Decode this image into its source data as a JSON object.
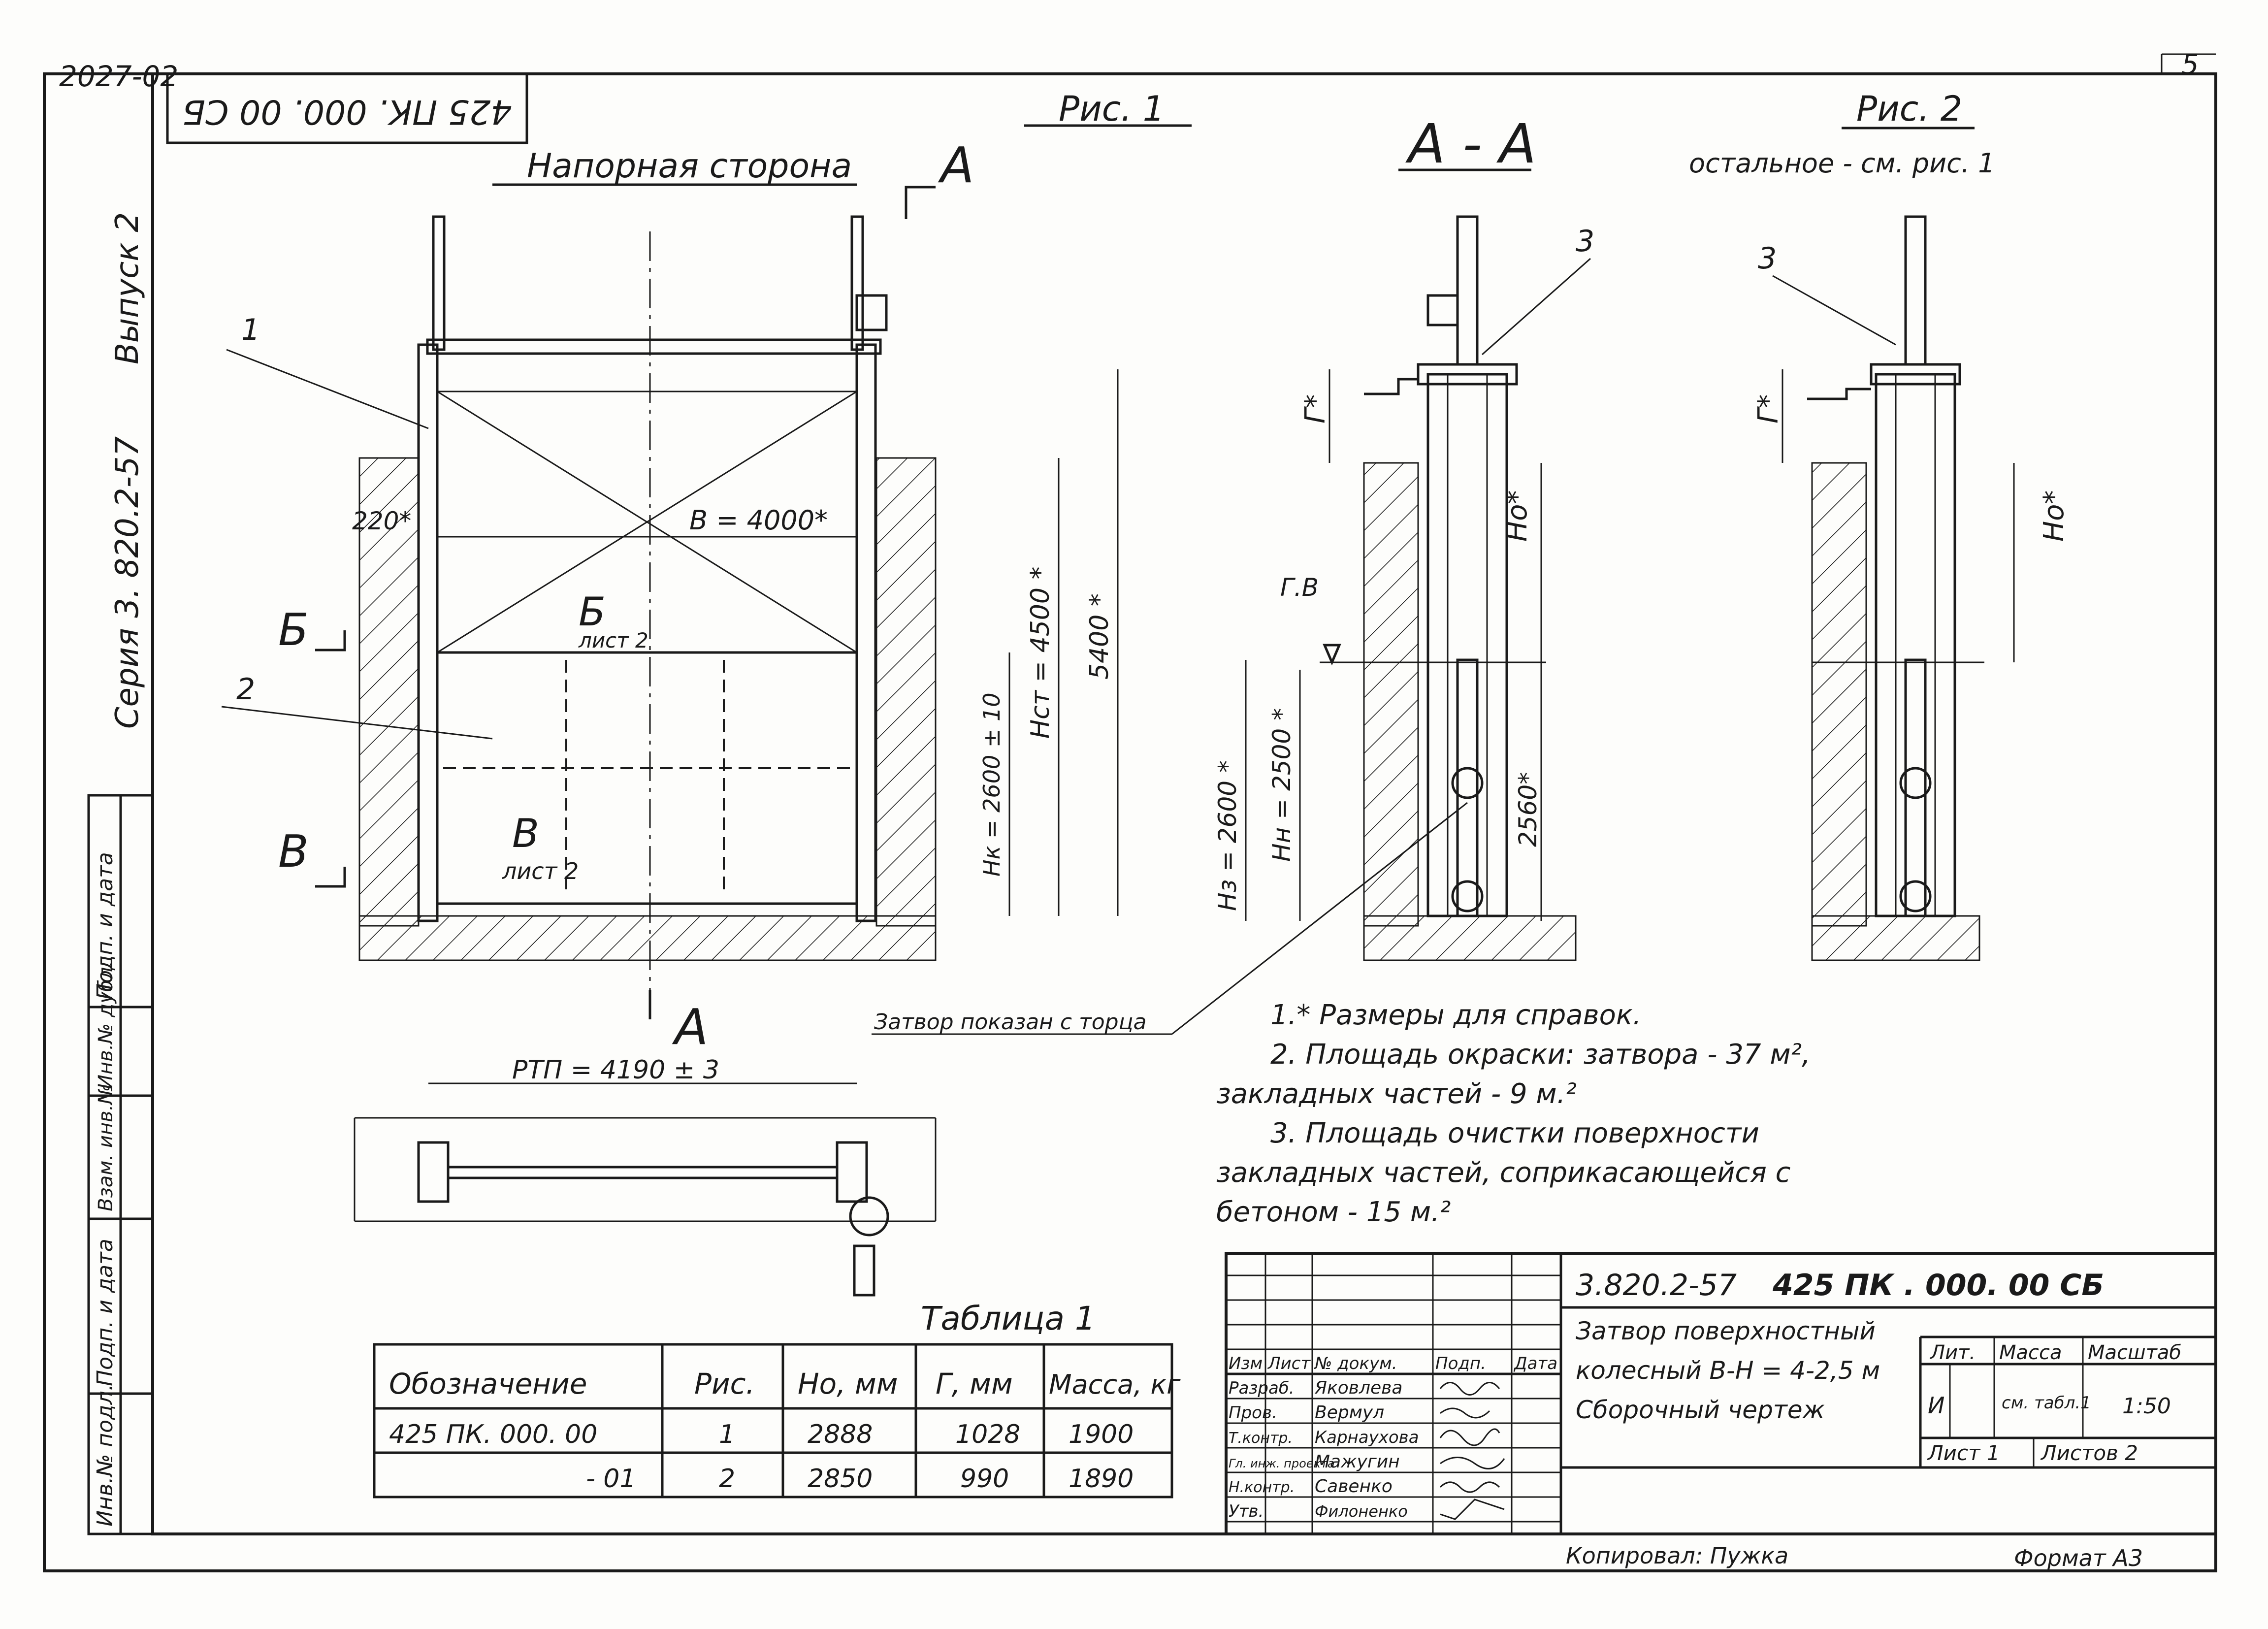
{
  "sheet": {
    "inventory_code": "2027-02",
    "sheet_number": "5",
    "mirrored_code": "425 ПК. 000. 00 СБ",
    "side_series": "Серия 3. 820.2-57",
    "side_issue": "Выпуск 2"
  },
  "side_stamp": [
    "Подп. и дата",
    "Взам. инв.№",
    "Инв.№ дубл.",
    "Подп. и дата",
    "Инв.№ подл."
  ],
  "fig1": {
    "title": "Рис. 1",
    "subtitle": "Напорная сторона",
    "section_letter": "А",
    "cut_b": "Б",
    "cut_v": "В",
    "ref_b": "Б",
    "ref_b_sheet": "лист 2",
    "ref_v": "В",
    "ref_v_sheet": "лист 2",
    "dim_220": "220*",
    "dim_width": "В = 4000*",
    "dim_hst": "Нст = 4500 *",
    "dim_5400": "5400 *",
    "dim_hk": "Нк = 2600 ± 10",
    "callout_1": "1",
    "callout_2": "2"
  },
  "section_aa": {
    "title": "А - А",
    "callout_3": "3",
    "dim_g": "Г*",
    "dim_ho": "Но*",
    "water_level": "Г.В",
    "dim_hz": "Нз = 2600 *",
    "dim_hn": "Нн = 2500 *",
    "dim_2560": "2560*",
    "gate_shown": "Затвор показан с торца"
  },
  "fig2": {
    "title": "Рис. 2",
    "note": "остальное - см. рис. 1",
    "callout_3": "3",
    "dim_g": "Г*",
    "dim_ho": "Но*"
  },
  "plan": {
    "dim_rtp": "РТП = 4190 ± 3"
  },
  "notes": [
    "1.* Размеры для справок.",
    "2. Площадь окраски: затвора - 37 м², закладных частей - 9 м.²",
    "3. Площадь очистки поверхности закладных частей, соприкасающейся с бетоном - 15 м.²"
  ],
  "table1": {
    "title": "Таблица 1",
    "headers": [
      "Обозначение",
      "Рис.",
      "Но, мм",
      "Г, мм",
      "Масса, кг"
    ],
    "rows": [
      [
        "425 ПК. 000. 00",
        "1",
        "2888",
        "1028",
        "1900"
      ],
      [
        "- 01",
        "2",
        "2850",
        "990",
        "1890"
      ]
    ]
  },
  "title_block": {
    "code": "3.820.2-57",
    "designation": "425 ПК . 000. 00 СБ",
    "name_line1": "Затвор поверхностный",
    "name_line2": "колесный В-Н = 4-2,5 м",
    "name_line3": "Сборочный чертеж",
    "col_headers": [
      "Изм",
      "Лист",
      "№ докум.",
      "Подп.",
      "Дата"
    ],
    "roles": [
      {
        "role": "Разраб.",
        "name": "Яковлева"
      },
      {
        "role": "Пров.",
        "name": "Вермул"
      },
      {
        "role": "Т.контр.",
        "name": "Карнаухова"
      },
      {
        "role": "Гл. инж. проекта",
        "name": "Мажугин"
      },
      {
        "role": "Н.контр.",
        "name": "Савенко"
      },
      {
        "role": "Утв.",
        "name": "Филоненко"
      }
    ],
    "lit_label": "Лит.",
    "mass_label": "Масса",
    "scale_label": "Масштаб",
    "lit_value": "И",
    "mass_value": "см. табл.1",
    "scale_value": "1:50",
    "sheet_label": "Лист 1",
    "sheets_label": "Листов 2",
    "copied": "Копировал:  Пужка",
    "format": "Формат  А3"
  }
}
